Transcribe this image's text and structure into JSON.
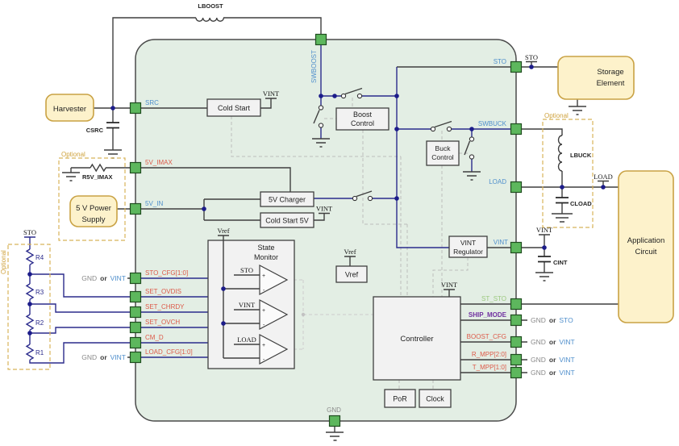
{
  "title": "Energy harvesting PMIC block diagram",
  "colors": {
    "ic_fill": "#e3eee4",
    "pin_green": "#5db75d",
    "yellow_block": "#fdf2cb",
    "yellow_border": "#c9a244",
    "gray_block": "#f2f2f2",
    "navy_wire": "#2b2b8c",
    "dark_wire": "#3f3f3f",
    "blue_label": "#4f8fcc",
    "red_label": "#dd5a49",
    "green_label": "#9cc87f",
    "purple_label": "#7030a0",
    "gray_label": "#8a8a8a",
    "optional_gold": "#cfa23d"
  },
  "blocks": {
    "harvester": "Harvester",
    "storage": [
      "Storage",
      "Element"
    ],
    "app": [
      "Application",
      "Circuit"
    ],
    "supply": [
      "5 V Power",
      "Supply"
    ],
    "cold_start": "Cold Start",
    "charger": "5V Charger",
    "cold_start_5v": "Cold Start 5V",
    "boost": [
      "Boost",
      "Control"
    ],
    "buck": [
      "Buck",
      "Control"
    ],
    "monitor": [
      "State",
      "Monitor"
    ],
    "regulator": [
      "VINT",
      "Regulator"
    ],
    "vref": "Vref",
    "controller": "Controller",
    "por": "PoR",
    "clock": "Clock"
  },
  "pins": {
    "src": "SRC",
    "swboost": "SWBOOST",
    "sto": "STO",
    "swbuck": "SWBUCK",
    "load": "LOAD",
    "vint": "VINT",
    "v5imax": "5V_IMAX",
    "v5in": "5V_IN",
    "sto_cfg": "STO_CFG[1:0]",
    "set_ovdis": "SET_OVDIS",
    "set_chrdy": "SET_CHRDY",
    "set_ovch": "SET_OVCH",
    "cm_d": "CM_D",
    "load_cfg": "LOAD_CFG[1:0]",
    "st_sto": "ST_STO",
    "ship_mode": "SHIP_MODE",
    "boost_cfg": "BOOST_CFG",
    "r_mpp": "R_MPP[2:0]",
    "t_mpp": "T_MPP[1:0]",
    "gnd": "GND"
  },
  "nets": {
    "sto": "STO",
    "vint": "VINT",
    "load": "LOAD",
    "vref": "Vref"
  },
  "comparators": [
    "STO",
    "VINT",
    "LOAD"
  ],
  "signs": {
    "plus": "+",
    "minus": "-"
  },
  "passives": {
    "lboost": "LBOOST",
    "lbuck": "LBUCK",
    "csrc": "CSRC",
    "cload": "CLOAD",
    "cint": "CINT",
    "r5v": "R5V_IMAX",
    "r1": "R1",
    "r2": "R2",
    "r3": "R3",
    "r4": "R4"
  },
  "misc": {
    "optional": "Optional",
    "gnd": "GND",
    "or": "or",
    "vint": "VINT",
    "sto": "STO"
  }
}
